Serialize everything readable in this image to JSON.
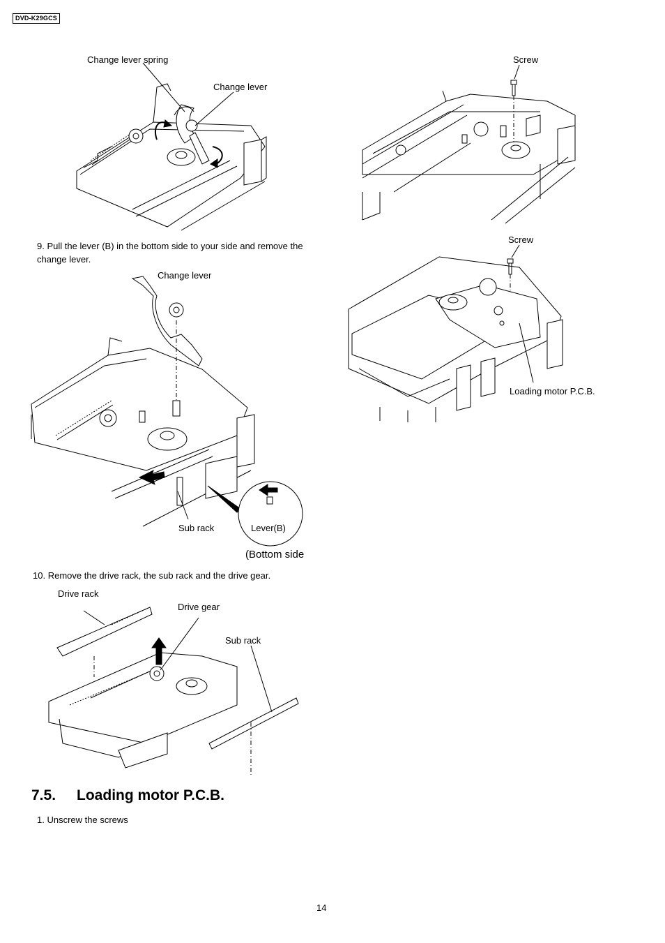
{
  "header": {
    "model": "DVD-K29GCS"
  },
  "figures": {
    "fig1": {
      "label_spring": "Change lever spring",
      "label_lever": "Change lever"
    },
    "fig2": {
      "label_lever": "Change lever",
      "label_subrack": "Sub rack",
      "label_leverb": "Lever(B)",
      "label_bottom": "(Bottom side"
    },
    "fig3": {
      "label_driverack": "Drive rack",
      "label_drivegear": "Drive gear",
      "label_subrack": "Sub rack"
    },
    "fig4": {
      "label_screw": "Screw"
    },
    "fig5": {
      "label_screw": "Screw",
      "label_pcb": "Loading motor P.C.B."
    }
  },
  "steps": {
    "step9": {
      "number": "9.",
      "text": "Pull the lever (B) in the bottom side to your side and remove the change lever."
    },
    "step10": {
      "number": "10.",
      "text": "Remove the drive rack, the sub rack and the drive gear."
    }
  },
  "section": {
    "number": "7.5.",
    "title": "Loading motor P.C.B.",
    "step1": {
      "number": "1.",
      "text": "Unscrew the screws"
    }
  },
  "footer": {
    "page_number": "14"
  },
  "icons": {
    "rotate_arrow": "curved-arrow-icon",
    "pull_arrow": "arrow-left-icon",
    "up_arrow": "arrow-up-icon",
    "screw": "screw-icon"
  }
}
